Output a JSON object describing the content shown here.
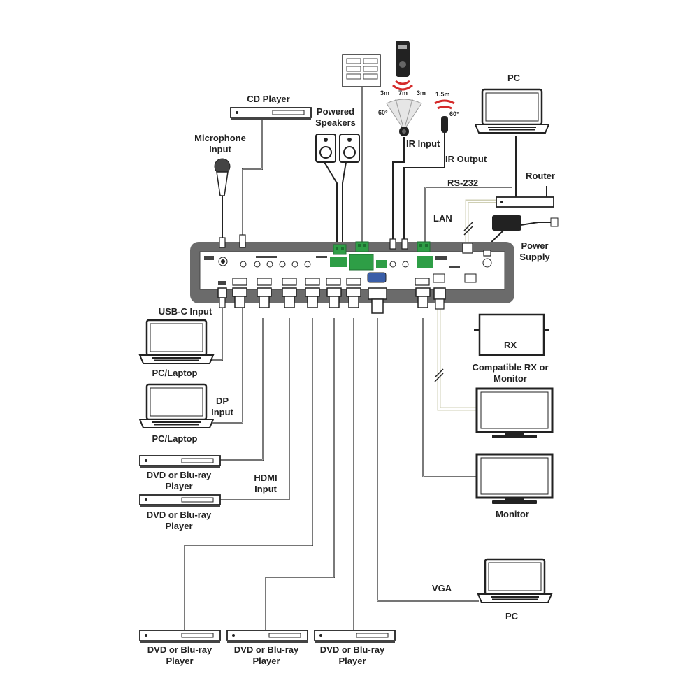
{
  "labels": {
    "cd_player": "CD Player",
    "powered_speakers": "Powered\nSpeakers",
    "microphone_input": "Microphone\nInput",
    "pc_top": "PC",
    "router": "Router",
    "ir_input": "IR Input",
    "ir_output": "IR Output",
    "rs232": "RS-232",
    "lan": "LAN",
    "power_supply": "Power\nSupply",
    "usbc_input": "USB-C Input",
    "pc_laptop_1": "PC/Laptop",
    "dp_input": "DP\nInput",
    "pc_laptop_2": "PC/Laptop",
    "dvd_1": "DVD or Blu-ray\nPlayer",
    "hdmi_input": "HDMI\nInput",
    "dvd_2": "DVD or Blu-ray\nPlayer",
    "rx": "RX",
    "compatible_rx": "Compatible RX or\nMonitor",
    "monitor": "Monitor",
    "vga": "VGA",
    "pc_bottom": "PC",
    "dvd_3": "DVD or Blu-ray\nPlayer",
    "dvd_4": "DVD or Blu-ray\nPlayer",
    "dvd_5": "DVD or Blu-ray\nPlayer"
  },
  "ir_range": {
    "left": "3m",
    "center": "7m",
    "right": "3m",
    "angle": "60°",
    "out_distance": "1.5m",
    "out_angle": "60°"
  },
  "colors": {
    "device_body": "#6b6b6b",
    "cable": "#222222",
    "hdbt_cable": "#dcdcc4",
    "terminal_green": "#2e9e46",
    "ir_red": "#d42a2a"
  }
}
